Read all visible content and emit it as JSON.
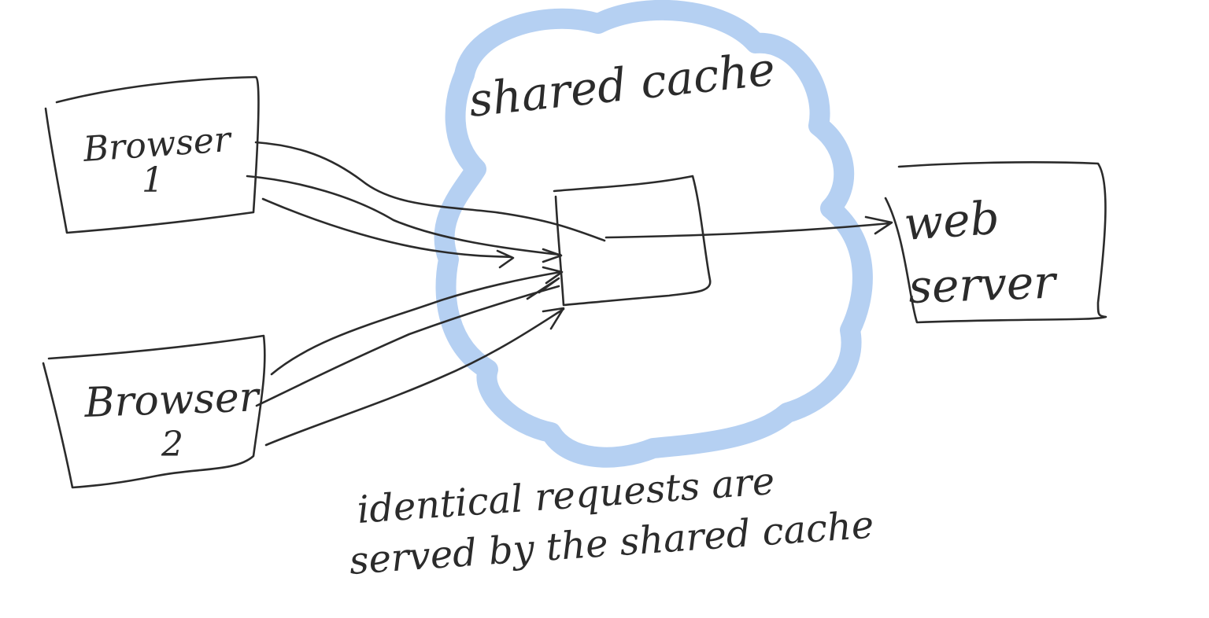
{
  "cloud": {
    "title": "shared cache",
    "color": "#a8c8f0"
  },
  "browser1": {
    "line1": "Browser",
    "line2": "1"
  },
  "browser2": {
    "line1": "Browser",
    "line2": "2"
  },
  "server": {
    "line1": "web",
    "line2": "server"
  },
  "caption": {
    "line1": "identical requests are",
    "line2": "served by the shared cache"
  }
}
